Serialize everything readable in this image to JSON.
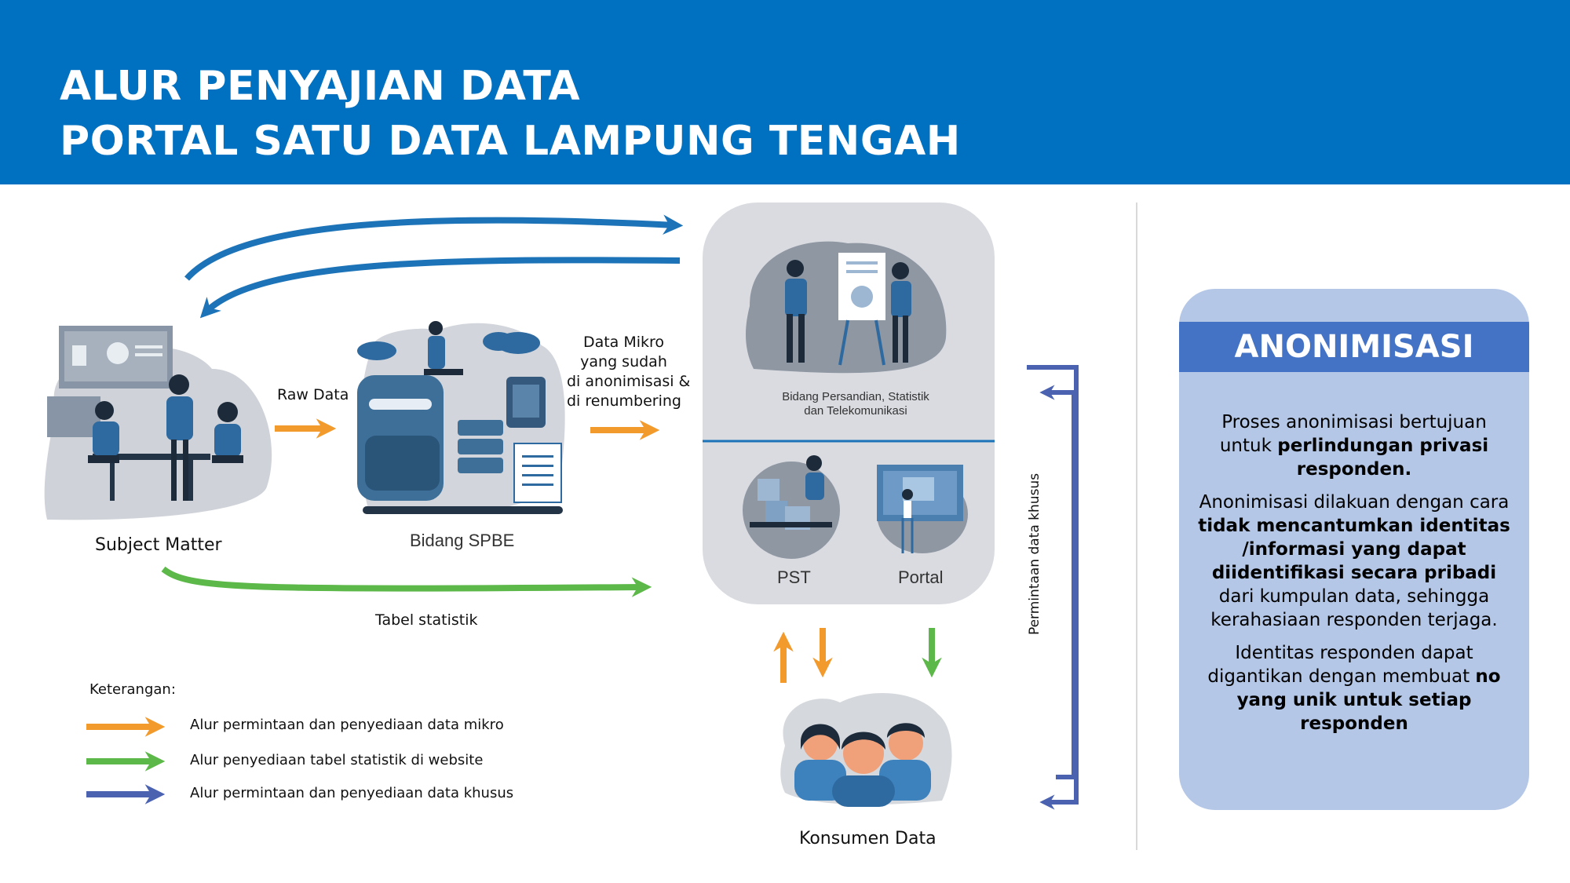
{
  "header": {
    "title_line1": "ALUR PENYAJIAN DATA",
    "title_line2": "PORTAL SATU DATA LAMPUNG TENGAH"
  },
  "diagram": {
    "subject_matter": "Subject Matter",
    "raw_data": "Raw Data",
    "bidang_spbe": "Bidang SPBE",
    "data_mikro": [
      "Data Mikro",
      "yang sudah",
      "di anonimisasi &",
      "di renumbering"
    ],
    "bidang_persandian": [
      "Bidang Persandian, Statistik",
      "dan Telekomunikasi"
    ],
    "pst": "PST",
    "portal": "Portal",
    "tabel_statistik": "Tabel statistik",
    "permintaan_khusus": "Permintaan data khusus",
    "konsumen": "Konsumen Data"
  },
  "legend": {
    "title": "Keterangan:",
    "items": [
      {
        "label": "Alur permintaan dan penyediaan data mikro",
        "color": "#f39a2c"
      },
      {
        "label": "Alur penyediaan tabel statistik di website",
        "color": "#5cb848"
      },
      {
        "label": "Alur permintaan dan penyediaan data khusus",
        "color": "#4a62b0"
      }
    ]
  },
  "colors": {
    "header": "#0070c0",
    "dark_blue_arrow": "#1c73b8",
    "orange": "#f39a2c",
    "green": "#5cb848",
    "indigo": "#4a62b0",
    "card_bg": "#b4c7e7",
    "card_head": "#4472c4"
  },
  "card": {
    "title": "ANONIMISASI",
    "p1": {
      "pre": "Proses anonimisasi  bertujuan untuk ",
      "bold": "perlindungan privasi responden."
    },
    "p2": {
      "pre": "Anonimisasi dilakuan dengan cara ",
      "bold": "tidak mencantumkan identitas /informasi yang dapat diidentifikasi secara pribadi",
      "post": " dari kumpulan data, sehingga kerahasiaan responden terjaga."
    },
    "p3": {
      "pre": "Identitas responden dapat digantikan dengan membuat ",
      "bold": "no yang unik untuk setiap responden"
    }
  }
}
